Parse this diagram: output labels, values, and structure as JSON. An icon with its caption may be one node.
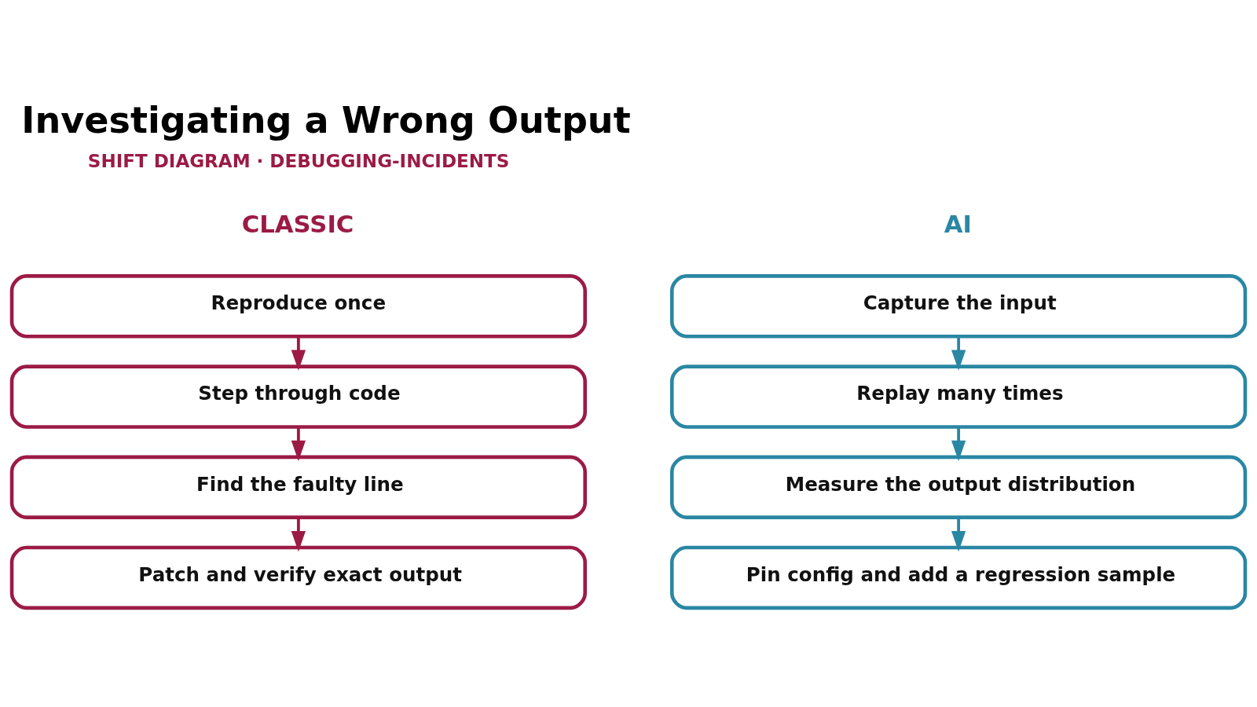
{
  "diagram": {
    "title": "Investigating a Wrong Output",
    "nodes": [
      {
        "text": [
          "Reproduce once"
        ]
      },
      {
        "text": [
          "Step through code"
        ]
      },
      {
        "text": [
          "Find the faulty line"
        ]
      },
      {
        "text": [
          "Patch and verify exact output"
        ]
      },
      {
        "text": [
          "Capture the input"
        ]
      },
      {
        "text": [
          "Replay many times"
        ]
      },
      {
        "text": [
          "Measure the output distribution"
        ]
      },
      {
        "text": [
          "Pin config and add a regression sample"
        ]
      }
    ],
    "edges": [
      {
        "from": 0,
        "to": 1,
        "arrow": "to",
        "color": "#9b1b45"
      },
      {
        "from": 1,
        "to": 2,
        "arrow": "to",
        "color": "#9b1b45"
      },
      {
        "from": 2,
        "to": 3,
        "arrow": "to",
        "color": "#9b1b45"
      },
      {
        "from": 4,
        "to": 5,
        "arrow": "to",
        "color": "#2a87a4"
      },
      {
        "from": 5,
        "to": 6,
        "arrow": "to",
        "color": "#2a87a4"
      },
      {
        "from": 6,
        "to": 7,
        "arrow": "to",
        "color": "#2a87a4"
      }
    ],
    "labels": [
      "SHIFT DIAGRAM · DEBUGGING-INCIDENTS",
      "CLASSIC",
      "AI"
    ]
  }
}
